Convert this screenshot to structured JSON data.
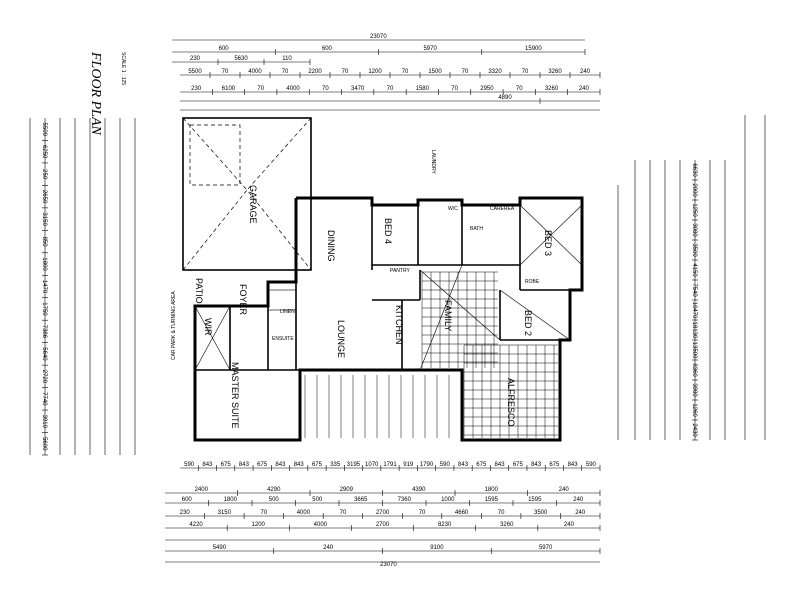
{
  "title": "FLOOR PLAN",
  "scale": "SCALE 1 : 125",
  "rooms": {
    "garage": "GARAGE",
    "dining": "DINING",
    "bed4": "BED 4",
    "bed3": "BED 3",
    "bed2": "BED 2",
    "family": "FAMILY",
    "kitchen": "KITCHEN",
    "lounge": "LOUNGE",
    "master": "MASTER SUITE",
    "wir": "WIR",
    "foyer": "FOYER",
    "patio": "PATIO",
    "alfresco": "ALFRESCO",
    "linen": "LINEN",
    "robe": "ROBE",
    "pantry": "PANTRY",
    "laundry": "LAUNDRY",
    "ensuite": "ENSUITE",
    "wc": "W/C",
    "bath": "BATH",
    "carpark": "CAR PARK & TURNING AREA",
    "carerea": "CAREREA"
  },
  "dims": {
    "top_overall": "23070",
    "top_r1": [
      "600",
      "600",
      "5970",
      "15900"
    ],
    "top_r2": [
      "230",
      "5630",
      "110"
    ],
    "top_r3": [
      "5500",
      "70",
      "4000",
      "70",
      "2200",
      "70",
      "1200",
      "70",
      "1500",
      "70",
      "3320",
      "70",
      "3260",
      "240"
    ],
    "top_r4": [
      "230",
      "6100",
      "70",
      "4000",
      "70",
      "3470",
      "70",
      "1580",
      "70",
      "2950",
      "70",
      "3260",
      "240"
    ],
    "top_r5": [
      "4890"
    ],
    "bot_r1": [
      "590",
      "843",
      "675",
      "843",
      "675",
      "843",
      "843",
      "675",
      "335",
      "3195",
      "1070",
      "1791",
      "919",
      "1790",
      "590",
      "843",
      "675",
      "843",
      "675",
      "843",
      "675",
      "843",
      "590"
    ],
    "bot_r2": [
      "2400",
      "4290",
      "2909",
      "4390",
      "1800",
      "240"
    ],
    "bot_r3": [
      "600",
      "1800",
      "500",
      "500",
      "3665",
      "7360",
      "1000",
      "1595",
      "1595",
      "240"
    ],
    "bot_r4": [
      "230",
      "3150",
      "70",
      "4000",
      "70",
      "2700",
      "70",
      "4660",
      "70",
      "3500",
      "240"
    ],
    "bot_r5": [
      "4220",
      "1200",
      "4000",
      "2700",
      "8230",
      "3260",
      "240"
    ],
    "bot_r6": [
      "5490",
      "240",
      "9100",
      "5970"
    ],
    "bot_overall": "23070",
    "left_r1": [
      "5500",
      "6250",
      "250",
      "2650",
      "3150",
      "850",
      "1800",
      "1470",
      "1750",
      "7386",
      "5640",
      "2720",
      "7740",
      "3910",
      "5600"
    ],
    "right_r1": [
      "6630",
      "2000",
      "1250",
      "3080",
      "3500",
      "4150",
      "7540",
      "10470",
      "18130",
      "13500",
      "8360",
      "3980",
      "1260",
      "2430"
    ]
  }
}
